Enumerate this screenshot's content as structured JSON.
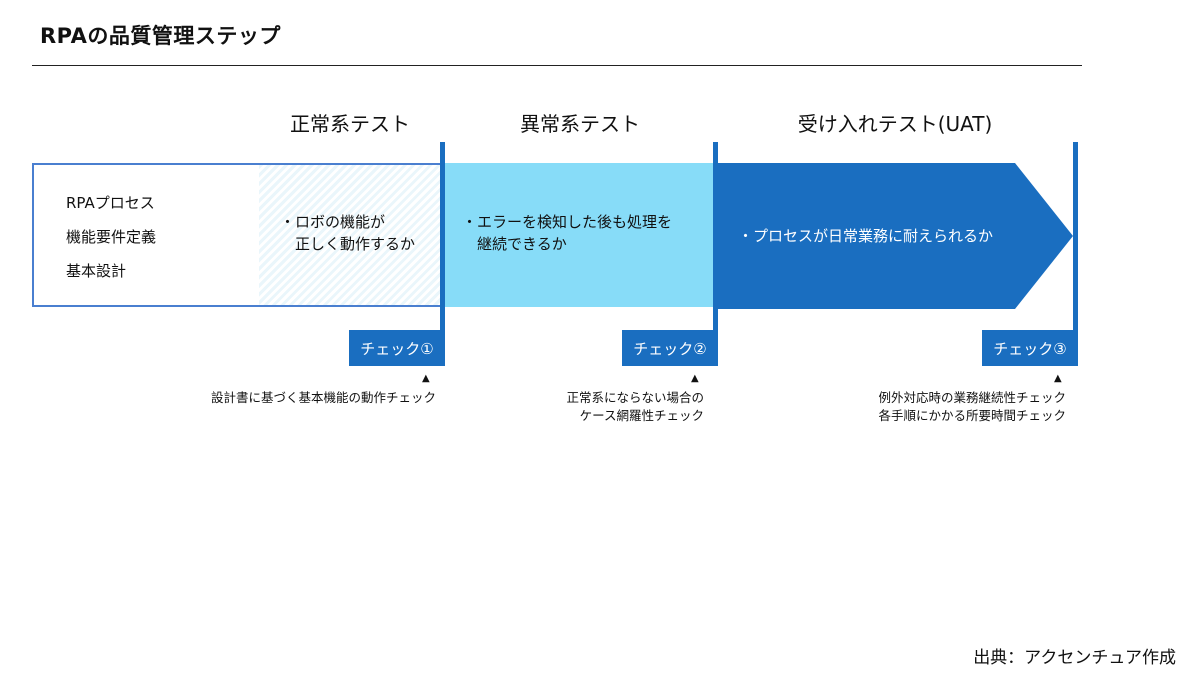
{
  "title": "RPAの品質管理ステップ",
  "phases": [
    {
      "label": "正常系テスト"
    },
    {
      "label": "異常系テスト"
    },
    {
      "label": "受け入れテスト(UAT)"
    }
  ],
  "left_box": {
    "lines": [
      "RPAプロセス",
      "機能要件定義",
      "基本設計"
    ]
  },
  "segments": [
    {
      "lines": [
        "・ロボの機能が",
        "　正しく動作するか"
      ]
    },
    {
      "lines": [
        "・エラーを検知した後も処理を",
        "　継続できるか"
      ]
    },
    {
      "lines": [
        "・プロセスが日常業務に耐えられるか"
      ]
    }
  ],
  "checks": [
    {
      "label": "チェック①",
      "note_lines": [
        "設計書に基づく基本機能の動作チェック"
      ]
    },
    {
      "label": "チェック②",
      "note_lines": [
        "正常系にならない場合の",
        "ケース網羅性チェック"
      ]
    },
    {
      "label": "チェック③",
      "note_lines": [
        "例外対応時の業務継続性チェック",
        "各手順にかかる所要時間チェック"
      ]
    }
  ],
  "marker_symbol": "▲",
  "source": "出典：アクセンチュア作成",
  "colors": {
    "dark_blue": "#1a6ec0",
    "light_blue": "#87dcf8",
    "outline": "#4a7fd0"
  }
}
